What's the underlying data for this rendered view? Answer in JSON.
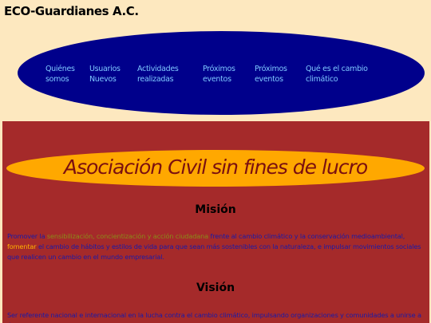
{
  "site": {
    "title": "ECO-Guardianes A.C."
  },
  "nav": {
    "items": [
      {
        "line1": "Quiénes",
        "line2": "somos"
      },
      {
        "line1": "Usuarios",
        "line2": "Nuevos"
      },
      {
        "line1": "Actividades",
        "line2": "realizadas"
      },
      {
        "line1": "Próximos",
        "line2": "eventos"
      },
      {
        "line1": "Próximos",
        "line2": "eventos"
      },
      {
        "line1": "Qué es el cambio",
        "line2": "climático"
      }
    ]
  },
  "main": {
    "slogan": "Asociación Civil sin fines de lucro",
    "mision": {
      "heading": "Misión",
      "text_1": "Promover la ",
      "highlight_green": "sensibilización, concientización y acción ciudadana",
      "text_2": " frente al cambio climático y la conservación medioambiental, ",
      "highlight_orange": "fomentar",
      "text_3": " el cambio de hábitos y estilos de vida para que sean más sostenibles con la naturaleza, e impulsar movimientos sociales que realicen un cambio en el mundo empresarial."
    },
    "vision": {
      "heading": "Visión",
      "text": "Ser referente nacional e internacional en la lucha contra el cambio climático, impulsando organizaciones y comunidades a unirse a éste"
    }
  },
  "colors": {
    "page_background": "#fde8bf",
    "nav_oval": "#00008b",
    "nav_link": "#7ec8ff",
    "main_panel": "#a52a2a",
    "slogan_oval": "#ffa800",
    "slogan_text": "#7a1010",
    "body_text": "#1a1aa8",
    "highlight_green": "#8a8a18",
    "highlight_orange": "#ffb000"
  }
}
